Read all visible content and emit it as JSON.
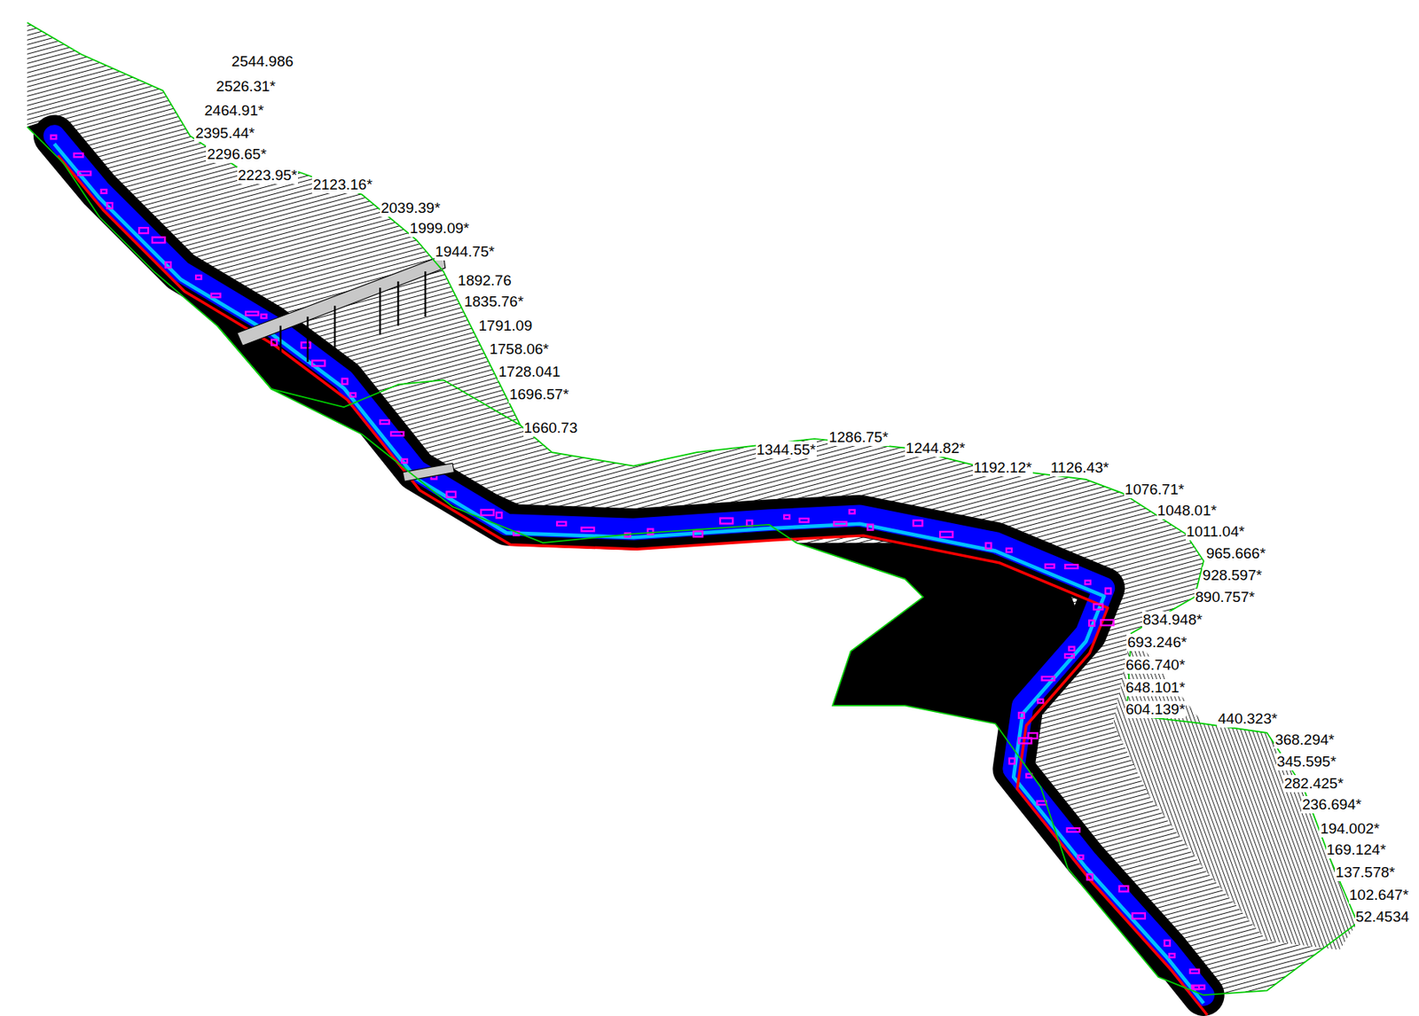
{
  "diagram": {
    "labels": [
      "2544.986",
      "2526.31*",
      "2464.91*",
      "2395.44*",
      "2296.65*",
      "2223.95*",
      "2123.16*",
      "2039.39*",
      "1999.09*",
      "1944.75*",
      "1892.76",
      "1835.76*",
      "1791.09",
      "1758.06*",
      "1728.041",
      "1696.57*",
      "1660.73",
      "1344.55*",
      "1286.75*",
      "1244.82*",
      "1192.12*",
      "1126.43*",
      "1076.71*",
      "1048.01*",
      "1011.04*",
      "965.666*",
      "928.597*",
      "890.757*",
      "834.948*",
      "693.246*",
      "666.740*",
      "648.101*",
      "604.139*",
      "440.323*",
      "368.294*",
      "345.595*",
      "282.425*",
      "236.694*",
      "194.002*",
      "169.124*",
      "137.578*",
      "102.647*",
      "52.4534"
    ]
  }
}
